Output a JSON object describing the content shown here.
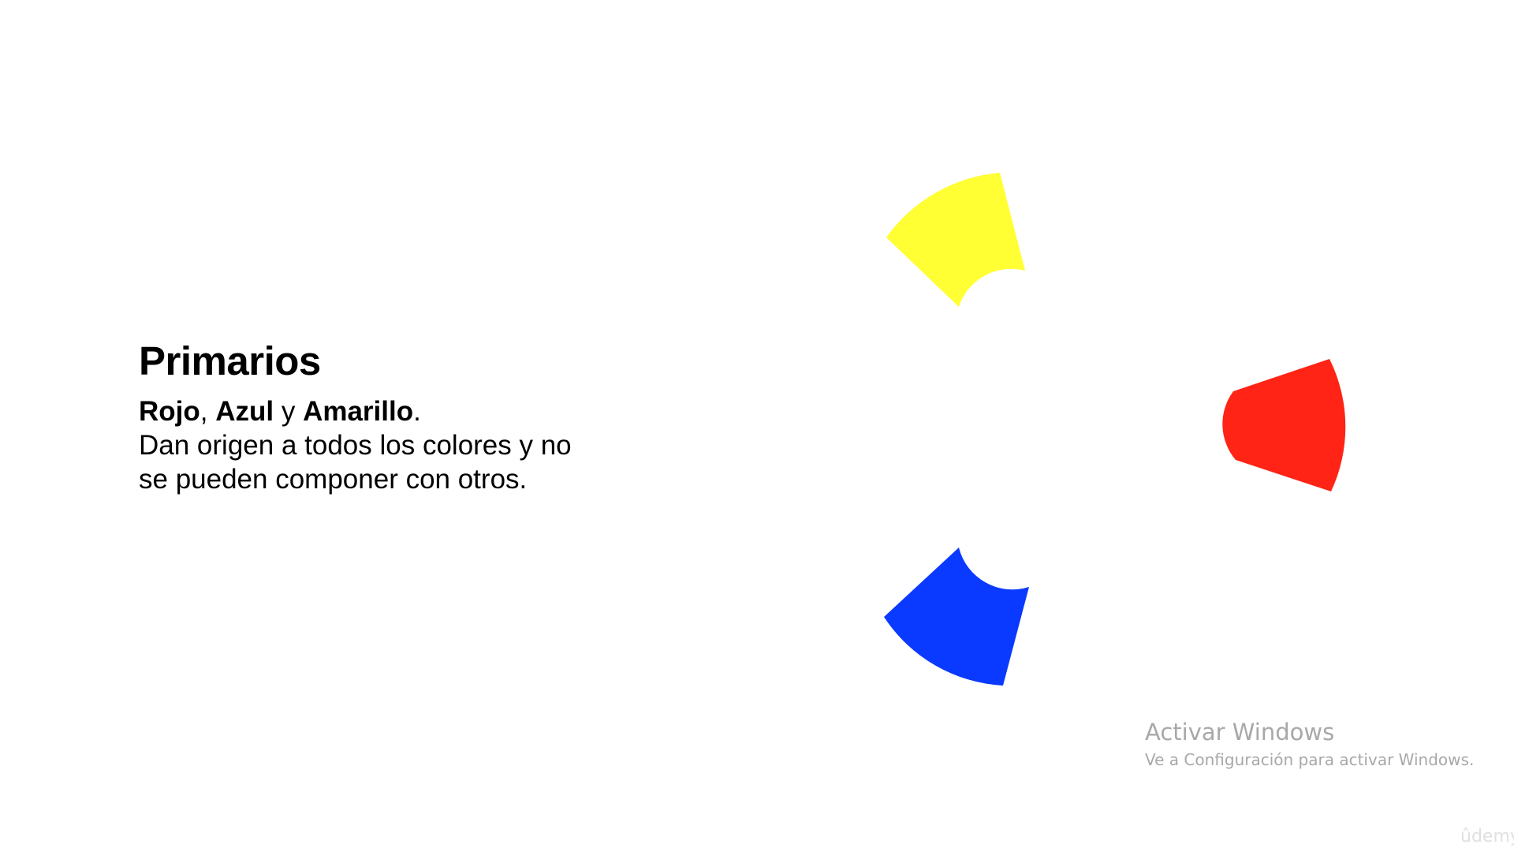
{
  "slide": {
    "title": "Primarios",
    "lead": {
      "item1": "Rojo",
      "sep1": ", ",
      "item2": "Azul",
      "sep2": " y ",
      "item3": "Amarillo",
      "end": "."
    },
    "description_line1": "Dan origen a todos los colores y no",
    "description_line2": "se pueden componer con otros."
  },
  "color_wheel": {
    "segments": [
      {
        "name": "Amarillo",
        "color": "#ffff33"
      },
      {
        "name": "Rojo",
        "color": "#ff2415"
      },
      {
        "name": "Azul",
        "color": "#0a3aff"
      }
    ]
  },
  "watermark": {
    "title": "Activar Windows",
    "subtitle": "Ve a Configuración para activar Windows."
  },
  "brand": {
    "logo_text": "ûdemy"
  }
}
